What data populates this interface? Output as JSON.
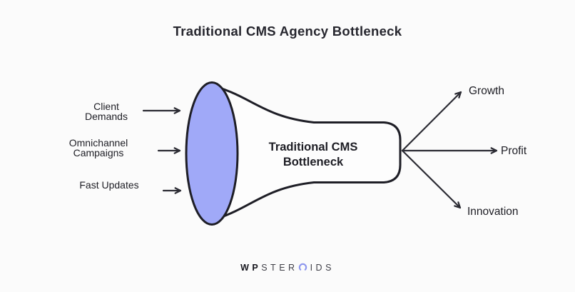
{
  "title": "Traditional CMS Agency Bottleneck",
  "funnel": {
    "label": "Traditional CMS\nBottleneck",
    "fill_color": "#a0a9f8",
    "outline_color": "#1e1e26"
  },
  "inputs": [
    {
      "label": "Client\nDemands"
    },
    {
      "label": "Omnichannel\nCampaigns"
    },
    {
      "label": "Fast Updates"
    }
  ],
  "outputs": [
    {
      "label": "Growth"
    },
    {
      "label": "Profit"
    },
    {
      "label": "Innovation"
    }
  ],
  "branding": {
    "logo_prefix": "WP",
    "logo_mid": "STER",
    "logo_suffix": "IDS",
    "logo_icon": "gauge-icon",
    "accent_color": "#8d96ee"
  },
  "colors": {
    "background": "#fbfbfb",
    "text": "#1d1d24",
    "arrow": "#2b2b33"
  }
}
